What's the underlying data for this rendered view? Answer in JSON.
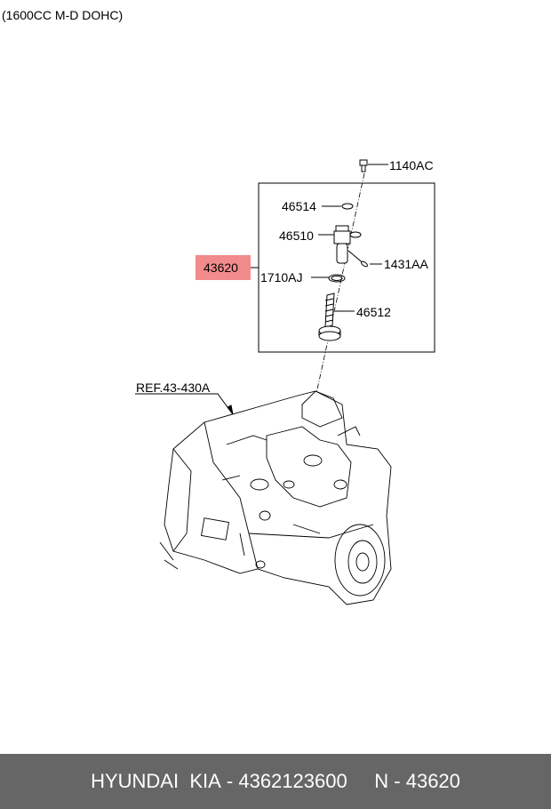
{
  "header": {
    "title": "(1600CC M-D DOHC)"
  },
  "diagram": {
    "highlighted_part": "43620",
    "highlight_color": "#f28b8b",
    "labels": {
      "p1140AC": "1140AC",
      "p46514": "46514",
      "p46510": "46510",
      "p1431AA": "1431AA",
      "p1710AJ": "1710AJ",
      "p46512": "46512",
      "ref": "REF.43-430A"
    }
  },
  "footer": {
    "brand": "HYUNDAI  KIA",
    "sep1": " - ",
    "part_number": "4362123600",
    "gap": "     ",
    "n_label": "N",
    "sep2": " - ",
    "n_value": "43620"
  }
}
